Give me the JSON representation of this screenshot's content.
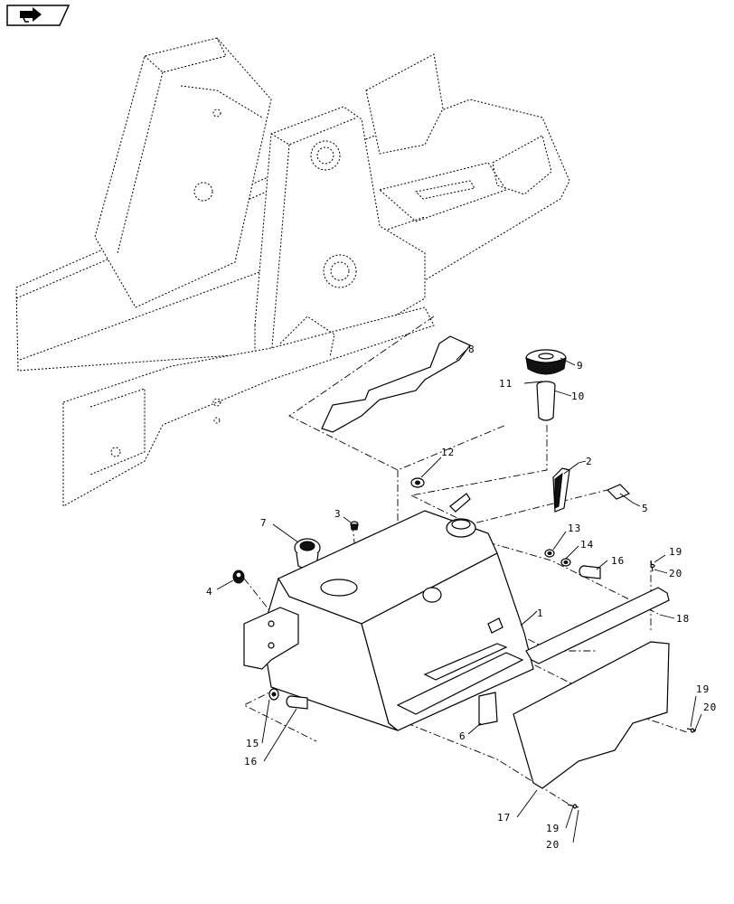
{
  "navigation": {
    "next_icon": "arrow-right-icon",
    "next_label": ""
  },
  "callouts": [
    {
      "id": "1",
      "label": "1"
    },
    {
      "id": "2",
      "label": "2"
    },
    {
      "id": "3",
      "label": "3"
    },
    {
      "id": "4",
      "label": "4"
    },
    {
      "id": "5",
      "label": "5"
    },
    {
      "id": "6",
      "label": "6"
    },
    {
      "id": "7",
      "label": "7"
    },
    {
      "id": "8",
      "label": "8"
    },
    {
      "id": "9",
      "label": "9"
    },
    {
      "id": "10",
      "label": "10"
    },
    {
      "id": "11",
      "label": "11"
    },
    {
      "id": "12",
      "label": "12"
    },
    {
      "id": "13",
      "label": "13"
    },
    {
      "id": "14",
      "label": "14"
    },
    {
      "id": "15",
      "label": "15"
    },
    {
      "id": "16a",
      "label": "16"
    },
    {
      "id": "16b",
      "label": "16"
    },
    {
      "id": "17",
      "label": "17"
    },
    {
      "id": "18",
      "label": "18"
    },
    {
      "id": "19a",
      "label": "19"
    },
    {
      "id": "20a",
      "label": "20"
    },
    {
      "id": "19b",
      "label": "19"
    },
    {
      "id": "20b",
      "label": "20"
    },
    {
      "id": "19c",
      "label": "19"
    },
    {
      "id": "20c",
      "label": "20"
    }
  ]
}
